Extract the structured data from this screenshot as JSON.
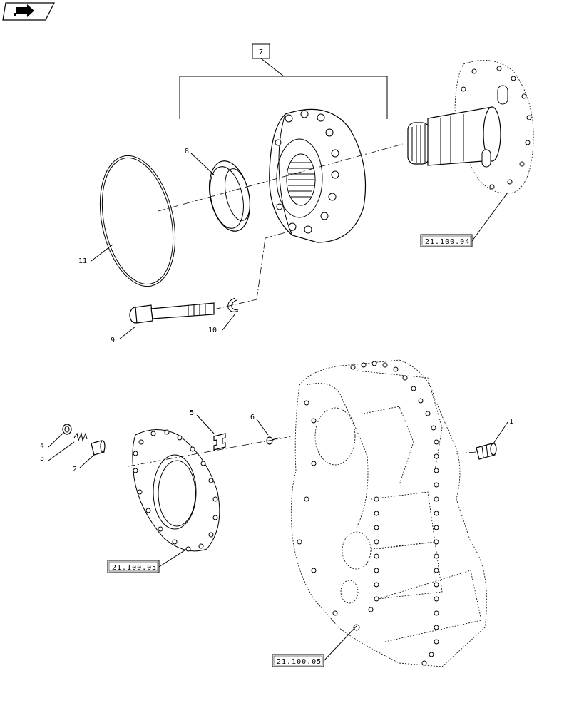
{
  "diagram": {
    "callouts": {
      "c1": "1",
      "c2": "2",
      "c3": "3",
      "c4": "4",
      "c5": "5",
      "c6": "6",
      "c7": "7",
      "c8": "8",
      "c9": "9",
      "c10": "10",
      "c11": "11"
    },
    "refs": {
      "pump_ref": "21.100.04",
      "cover_ref": "21.100.05",
      "housing_ref": "21.100.05"
    }
  },
  "icons": {
    "nav": "next-page-arrow-icon"
  }
}
